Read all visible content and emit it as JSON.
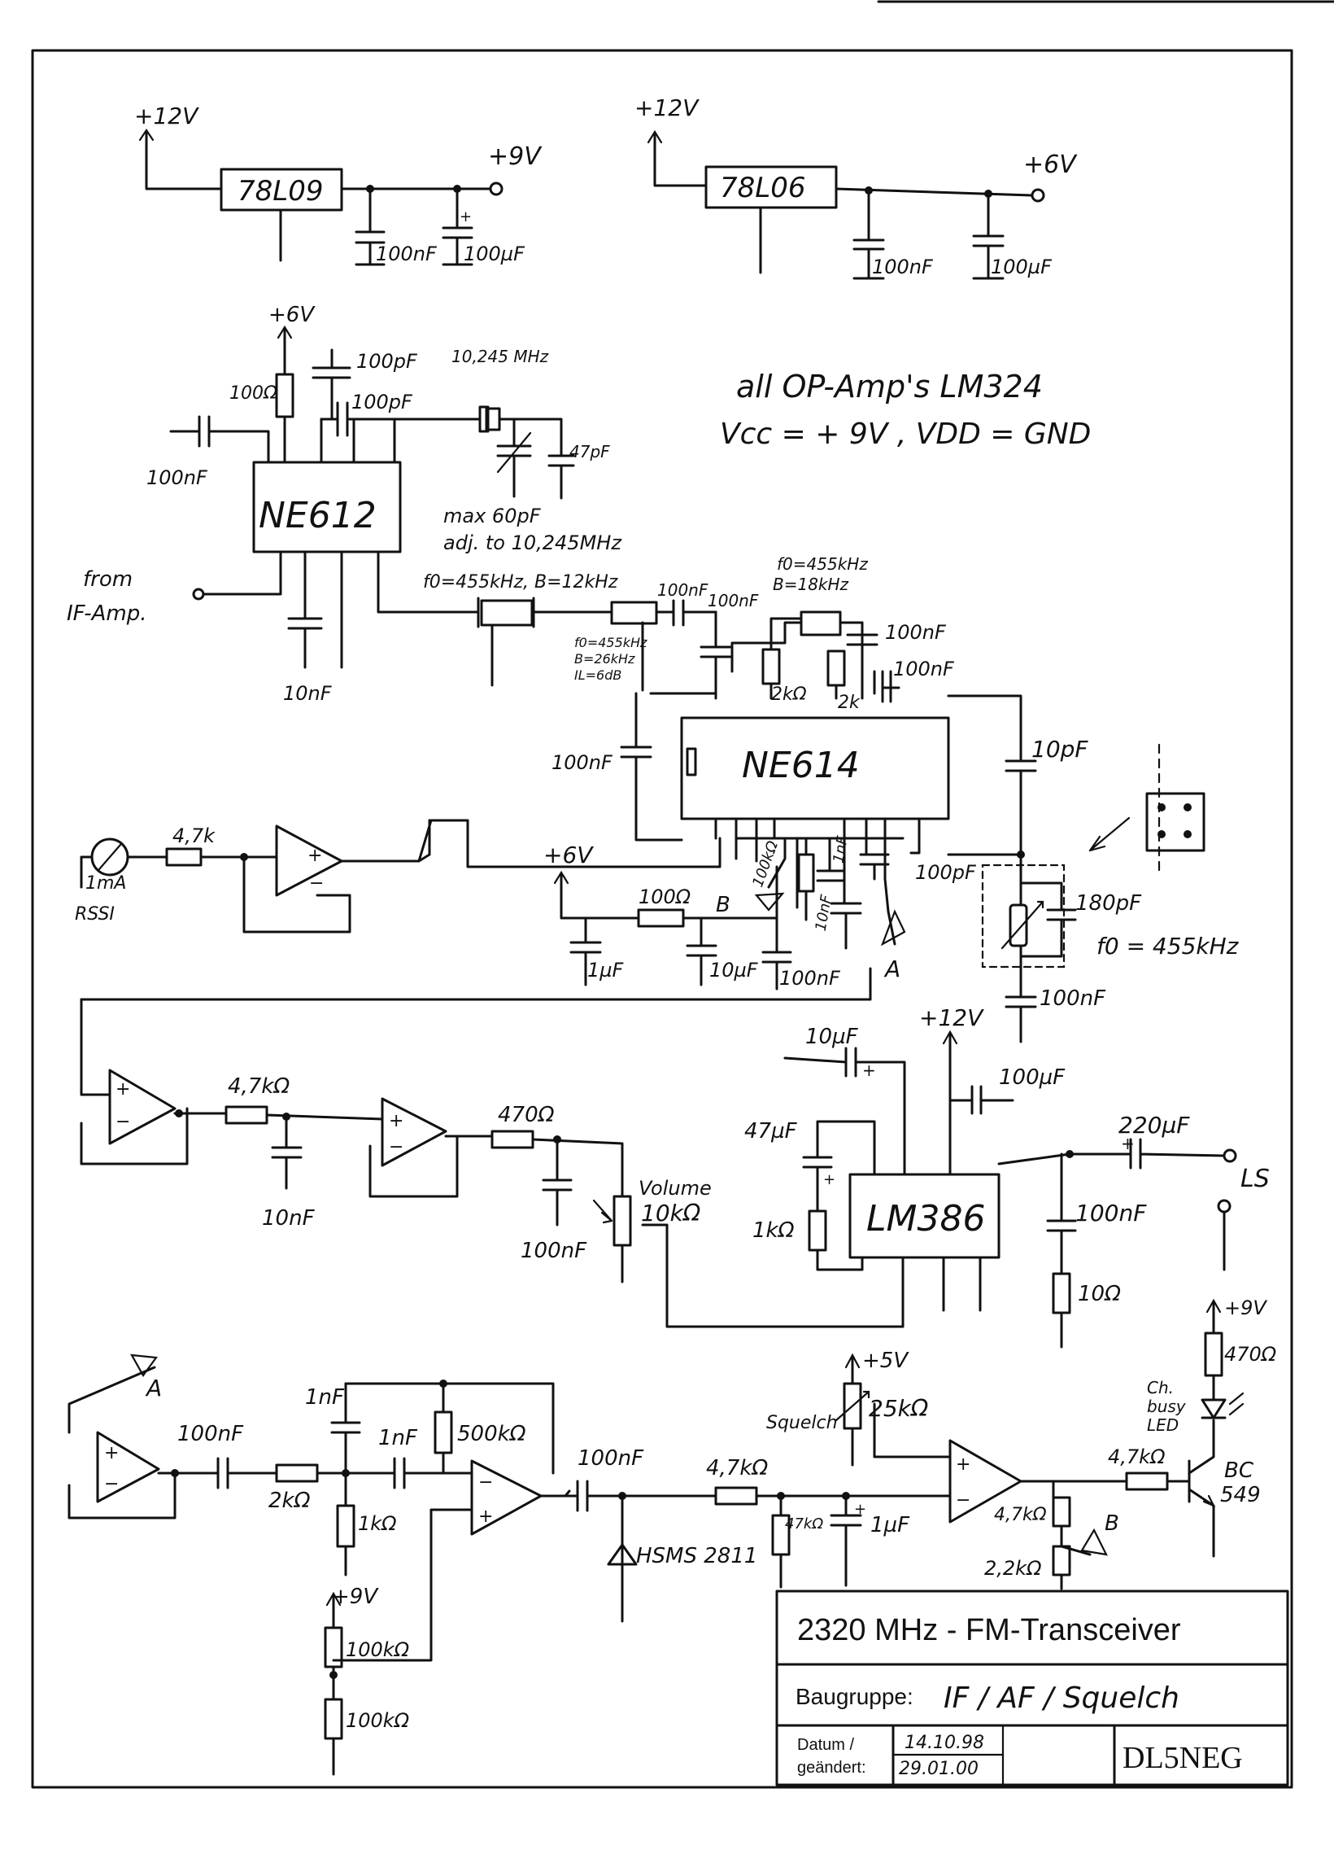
{
  "sheet": {
    "supplies": {
      "reg1": "78L09",
      "reg1_in": "+12V",
      "reg1_out": "+9V",
      "reg1_c1": "100nF",
      "reg1_c2": "100µF",
      "reg2": "78L06",
      "reg2_in": "+12V",
      "reg2_out": "+6V",
      "reg2_c1": "100nF",
      "reg2_c2": "100µF"
    },
    "mixer": {
      "ic": "NE612",
      "vcc": "+6V",
      "r_supply": "100Ω",
      "c_bypass": "100pF",
      "c_couple": "100pF",
      "c_in": "100nF",
      "crystal": "10,245 MHz",
      "c_trim": "47pF",
      "trim_note1": "max 60pF",
      "trim_note2": "adj. to 10,245MHz",
      "c_out": "10nF",
      "input_label1": "from",
      "input_label2": "IF-Amp."
    },
    "note": {
      "line1": "all OP-Amp's  LM324",
      "line2": "Vcc = + 9V , VDD = GND"
    },
    "if_stage": {
      "ic": "NE614",
      "filter1": "f0=455kHz, B=12kHz",
      "filter2_f": "f0=455kHz",
      "filter2_b": "B=26kHz",
      "filter2_il": "IL=6dB",
      "filter3_f": "f0=455kHz",
      "filter3_b": "B=18kHz",
      "c_a": "100nF",
      "c_b": "100nF",
      "c_c": "100nF",
      "c_d": "100nF",
      "r_a": "2kΩ",
      "r_b": "2k",
      "c_left": "100nF",
      "c_quad": "10pF",
      "c_tank": "180pF",
      "tank_f": "f0 = 455kHz",
      "c_tank_dec": "100nF",
      "r_b_pot": "100kΩ",
      "c_rssi": "1nF",
      "c_sq": "10nF",
      "c_extra": "100pF",
      "vsupply": "+6V",
      "r_supply": "100Ω",
      "c_s1": "1µF",
      "c_s2": "10µF",
      "c_s3": "100nF",
      "marker_a": "A",
      "marker_b": "B"
    },
    "rssi": {
      "meter": "1mA",
      "meter_name": "RSSI",
      "r": "4,7k"
    },
    "audio": {
      "r1": "4,7kΩ",
      "c1": "10nF",
      "r2": "470Ω",
      "c2": "100nF",
      "vol_label": "Volume",
      "vol_r": "10kΩ",
      "amp": "LM386",
      "vcc": "+12V",
      "c_in": "10µF",
      "c_bypass": "100µF",
      "c_gain": "47µF",
      "r_gain": "1kΩ",
      "c_out": "220µF",
      "c_zobel": "100nF",
      "r_zobel": "10Ω",
      "speaker": "LS"
    },
    "squelch": {
      "marker_a": "A",
      "c_in": "100nF",
      "r_in": "2kΩ",
      "c_f1": "1nF",
      "c_f2": "1nF",
      "r_fb": "500kΩ",
      "r_gnd": "1kΩ",
      "vref": "+9V",
      "r_div1": "100kΩ",
      "r_div2": "100kΩ",
      "c_out": "100nF",
      "diode": "HSMS 2811",
      "r_det": "4,7kΩ",
      "r_det2": "47kΩ",
      "c_det": "1µF",
      "pot_label": "Squelch",
      "pot_vcc": "+5V",
      "pot_r": "25kΩ",
      "r_hyst": "4,7kΩ",
      "r_pull": "2,2kΩ",
      "marker_b": "B",
      "r_base": "4,7kΩ",
      "transistor1": "BC",
      "transistor2": "549",
      "led1": "Ch.",
      "led2": "busy",
      "led3": "LED",
      "led_vcc": "+9V",
      "r_led": "470Ω"
    },
    "title_block": {
      "title": "2320 MHz - FM-Transceiver",
      "group_label": "Baugruppe:",
      "group_value": "IF / AF / Squelch",
      "date_label1": "Datum /",
      "date_label2": "geändert:",
      "date1": "14.10.98",
      "date2": "29.01.00",
      "author": "DL5NEG"
    }
  }
}
